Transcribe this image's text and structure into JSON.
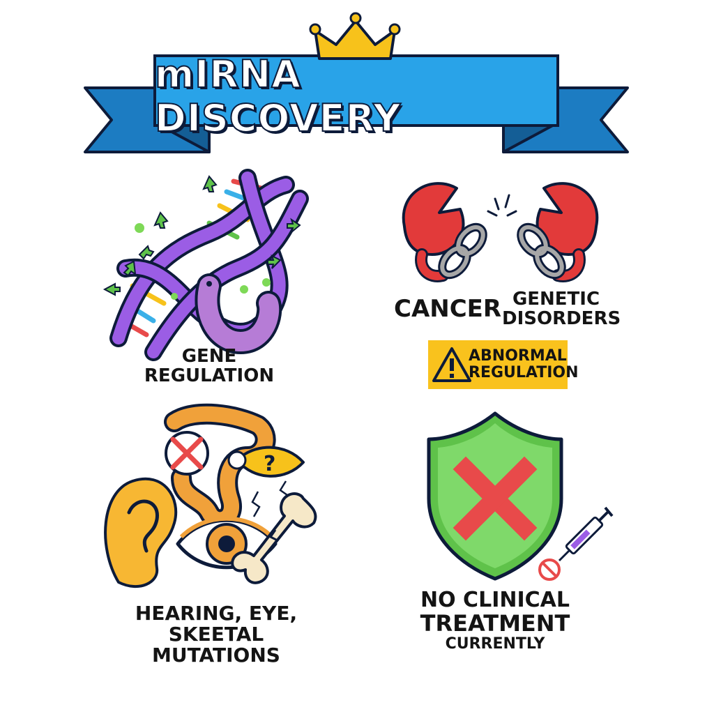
{
  "title": "mIRNA DISCOVERY",
  "panels": {
    "gene_regulation": {
      "line1": "GENE",
      "line2": "REGULATION"
    },
    "cancer": {
      "label": "CANCER"
    },
    "genetic_disorders": {
      "line1": "GENETIC",
      "line2": "DISORDERS"
    },
    "abnormal_regulation": {
      "line1": "ABNORMAL",
      "line2": "REGULATION"
    },
    "mutations": {
      "line1": "HEARING, EYE, SKEETAL",
      "line2": "MUTATIONS"
    },
    "treatment": {
      "line1": "NO CLINICAL",
      "line2": "TREATMENT",
      "line3": "CURRENTLY"
    }
  },
  "colors": {
    "ribbon": "#29a3e8",
    "ribbon_dark": "#1c7cc2",
    "crown": "#f7c21b",
    "dna": "#9b5de5",
    "crab": "#e23a3a",
    "shield": "#6fd154",
    "cross": "#e84a4a",
    "warning": "#f9c21d",
    "organ": "#f0a13a"
  },
  "icons": [
    "crown-icon",
    "dna-icon",
    "worm-icon",
    "crab-claw-icon",
    "broken-chain-icon",
    "warning-icon",
    "ear-icon",
    "eye-icon",
    "bone-icon",
    "intestine-icon",
    "shield-icon",
    "syringe-icon",
    "no-sign-icon"
  ]
}
